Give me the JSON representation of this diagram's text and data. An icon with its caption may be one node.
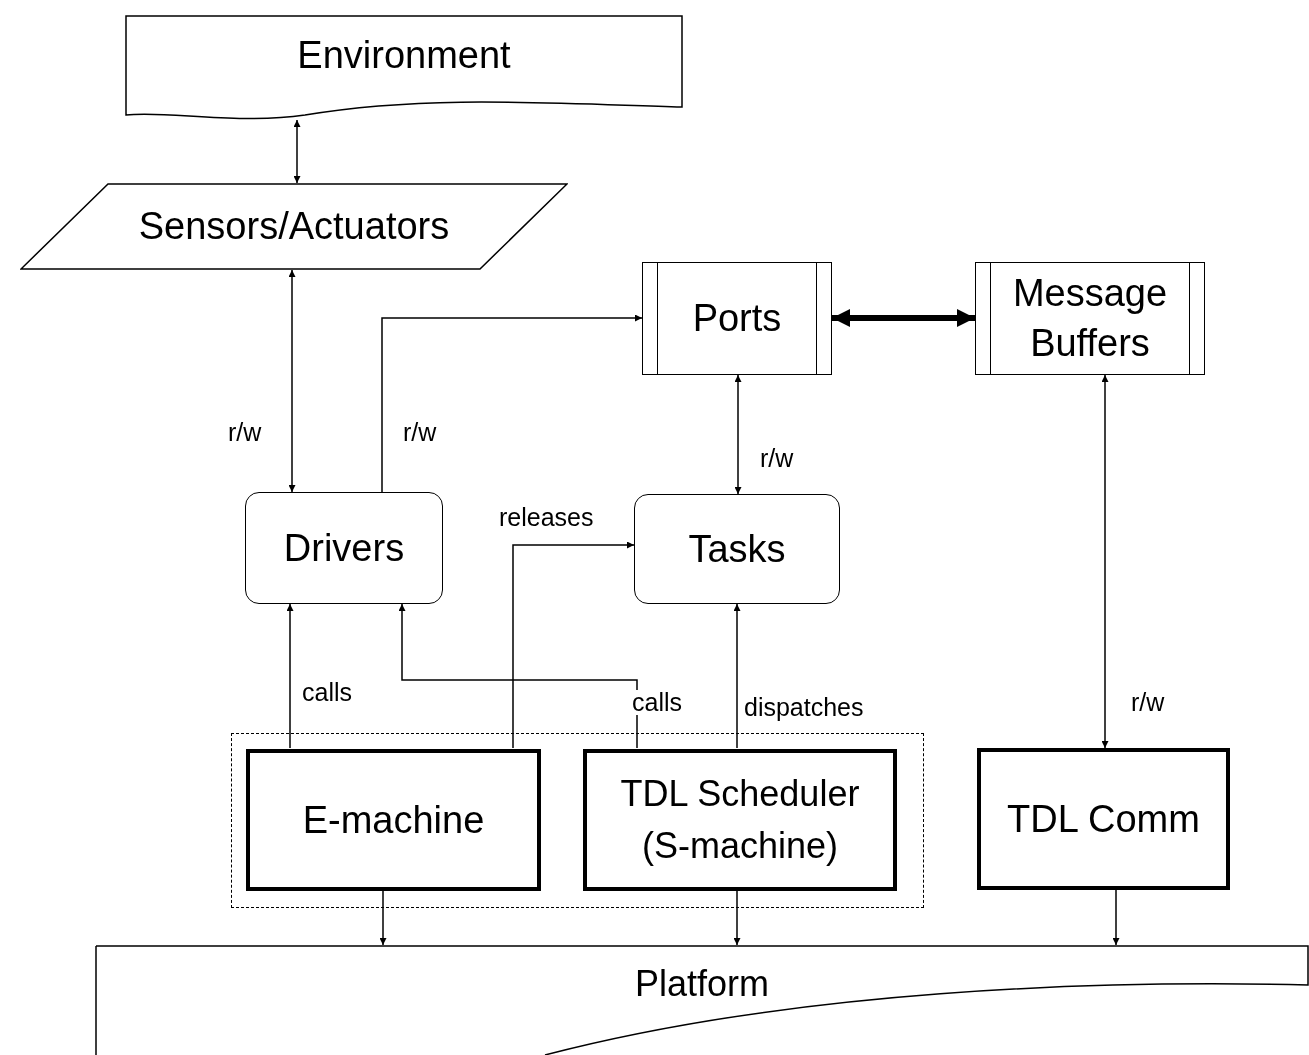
{
  "diagram": {
    "nodes": [
      {
        "text": [
          "Environment"
        ]
      },
      {
        "text": [
          "Sensors/Actuators"
        ]
      },
      {
        "text": [
          "Ports"
        ]
      },
      {
        "text": [
          "Message Buffers"
        ]
      },
      {
        "text": [
          "Drivers"
        ]
      },
      {
        "text": [
          "Tasks"
        ]
      },
      {
        "text": [],
        "shape": "box"
      },
      {
        "text": [
          "E-machine"
        ],
        "in": 6
      },
      {
        "text": [
          "TDL Scheduler (S-machine)"
        ],
        "in": 6
      },
      {
        "text": [
          "TDL Comm"
        ]
      },
      {
        "text": [
          "Platform"
        ]
      }
    ],
    "edges": [
      {
        "from": 0,
        "to": 1,
        "arrow": "both"
      },
      {
        "from": 1,
        "to": 4,
        "arrow": "both",
        "label": "r/w"
      },
      {
        "from": 4,
        "to": 2,
        "arrow": "to",
        "label": "r/w"
      },
      {
        "from": 2,
        "to": 3,
        "arrow": "both",
        "style": "thick"
      },
      {
        "from": 2,
        "to": 5,
        "arrow": "both",
        "label": "r/w"
      },
      {
        "from": 3,
        "to": 9,
        "arrow": "both",
        "label": "r/w"
      },
      {
        "from": 7,
        "to": 4,
        "arrow": "to",
        "label": "calls"
      },
      {
        "from": 7,
        "to": 5,
        "arrow": "to",
        "label": "releases"
      },
      {
        "from": 8,
        "to": 4,
        "arrow": "to",
        "label": "calls"
      },
      {
        "from": 8,
        "to": 5,
        "arrow": "to",
        "label": "dispatches"
      },
      {
        "from": 7,
        "to": 10,
        "arrow": "to"
      },
      {
        "from": 8,
        "to": 10,
        "arrow": "to"
      },
      {
        "from": 9,
        "to": 10,
        "arrow": "to"
      }
    ]
  }
}
